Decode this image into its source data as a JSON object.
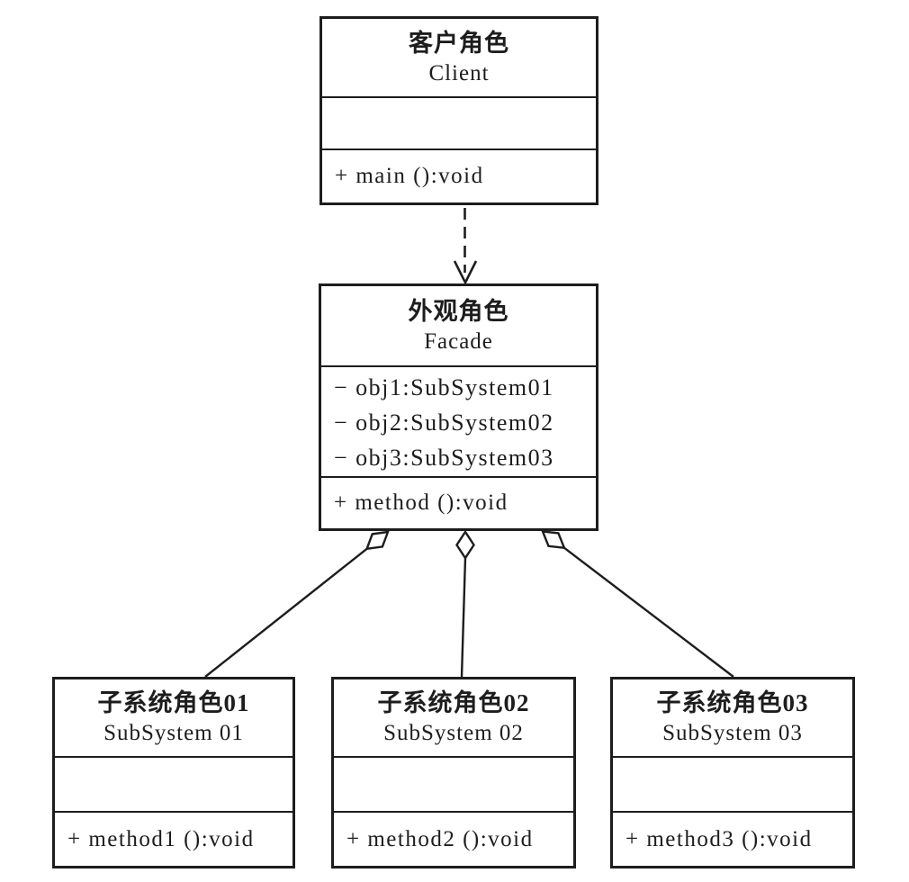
{
  "colors": {
    "line": "#1d1d1d",
    "background": "#ffffff"
  },
  "classes": {
    "client": {
      "name_cn": "客户角色",
      "name_en": "Client",
      "attributes": [],
      "methods": [
        "+ main ():void"
      ]
    },
    "facade": {
      "name_cn": "外观角色",
      "name_en": "Facade",
      "attributes": [
        "− obj1:SubSystem01",
        "− obj2:SubSystem02",
        "− obj3:SubSystem03"
      ],
      "methods": [
        "+ method ():void"
      ]
    },
    "subsystem01": {
      "name_cn": "子系统角色01",
      "name_en": "SubSystem 01",
      "attributes": [],
      "methods": [
        "+ method1 ():void"
      ]
    },
    "subsystem02": {
      "name_cn": "子系统角色02",
      "name_en": "SubSystem 02",
      "attributes": [],
      "methods": [
        "+ method2 ():void"
      ]
    },
    "subsystem03": {
      "name_cn": "子系统角色03",
      "name_en": "SubSystem 03",
      "attributes": [],
      "methods": [
        "+ method3 ():void"
      ]
    }
  },
  "relationships": [
    {
      "type": "dependency",
      "from": "Client",
      "to": "Facade",
      "notation": "dashed-open-arrow"
    },
    {
      "type": "aggregation",
      "from": "Facade",
      "to": "SubSystem 01",
      "notation": "hollow-diamond"
    },
    {
      "type": "aggregation",
      "from": "Facade",
      "to": "SubSystem 02",
      "notation": "hollow-diamond"
    },
    {
      "type": "aggregation",
      "from": "Facade",
      "to": "SubSystem 03",
      "notation": "hollow-diamond"
    }
  ]
}
